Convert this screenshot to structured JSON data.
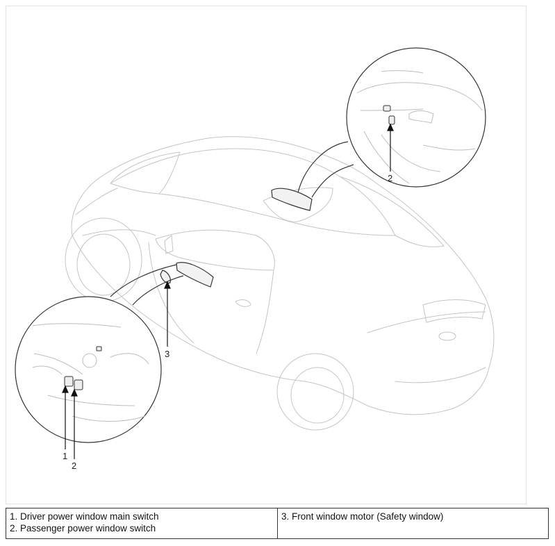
{
  "figure": {
    "callouts": {
      "c1": "1",
      "c2_lower": "2",
      "c2_upper": "2",
      "c3": "3"
    }
  },
  "legend": {
    "left_col": [
      "1. Driver power window main switch",
      "2. Passenger power window switch"
    ],
    "right_col": [
      "3. Front window motor (Safety window)"
    ]
  },
  "colors": {
    "line": "#b8b8b8",
    "dark_line": "#333333",
    "border": "#333333"
  }
}
